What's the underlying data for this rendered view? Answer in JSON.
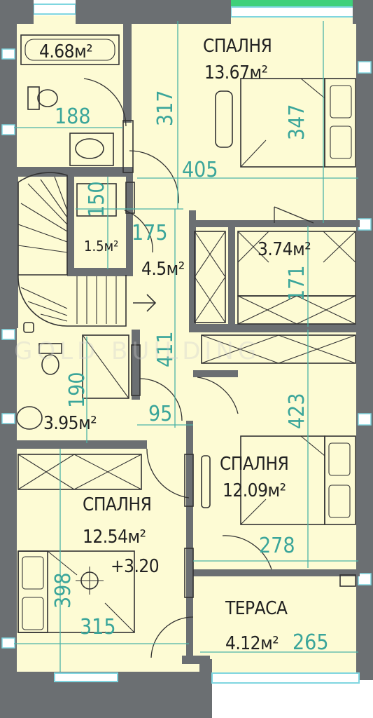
{
  "colors": {
    "floor": "#fdfbd4",
    "wall": "#6b6f72",
    "dimension": "#3aa59a",
    "window": "#7fd6e0",
    "window_accent": "#3fd07a"
  },
  "rooms": {
    "bath_top": {
      "area": "4.68м²"
    },
    "bedroom_1": {
      "name": "СПАЛНЯ",
      "area": "13.67м²"
    },
    "wc_small": {
      "area": "1.5м²"
    },
    "hall": {
      "area": "4.5м²"
    },
    "closet": {
      "area": "3.74м²"
    },
    "bath_bottom": {
      "area": "3.95м²"
    },
    "bedroom_2": {
      "name": "СПАЛНЯ",
      "area": "12.09м²"
    },
    "bedroom_3": {
      "name": "СПАЛНЯ",
      "area": "12.54м²"
    },
    "terrace": {
      "name": "ТЕРАСА",
      "area": "4.12м²"
    }
  },
  "level_mark": "+3.20",
  "dimensions": {
    "d188": "188",
    "d317": "317",
    "d347": "347",
    "d405": "405",
    "d150": "150",
    "d175": "175",
    "d171": "171",
    "d411": "411",
    "d190": "190",
    "d95": "95",
    "d423": "423",
    "d278": "278",
    "d398": "398",
    "d315": "315",
    "d265": "265"
  },
  "watermark": "GOLD BUILDING"
}
